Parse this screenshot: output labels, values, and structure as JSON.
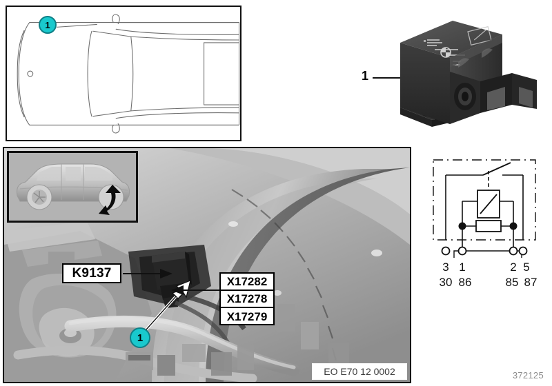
{
  "document": {
    "part_number": "372125",
    "photo_watermark": "EO E70 12 0002"
  },
  "colors": {
    "callout_fill": "#19c9cd",
    "callout_stroke": "#0e7f86",
    "line": "#111111",
    "label_text": "#000000",
    "part_number_text": "#8b8b8b"
  },
  "car_view": {
    "title": "vehicle-top-view",
    "callout_number": "1"
  },
  "component_photo": {
    "title": "relay-component-photo",
    "callout_number": "1"
  },
  "inset_view": {
    "title": "vehicle-side-view-location"
  },
  "location_photo": {
    "title": "engine-bay-photo",
    "callout_number": "1",
    "relay_label": "K9137",
    "connector_labels": [
      "X17282",
      "X17278",
      "X17279"
    ]
  },
  "circuit": {
    "title": "relay-wiring-schematic",
    "pins": [
      {
        "pin": "3",
        "terminal": "30"
      },
      {
        "pin": "1",
        "terminal": "86"
      },
      {
        "pin": "2",
        "terminal": "85"
      },
      {
        "pin": "5",
        "terminal": "87"
      }
    ]
  }
}
